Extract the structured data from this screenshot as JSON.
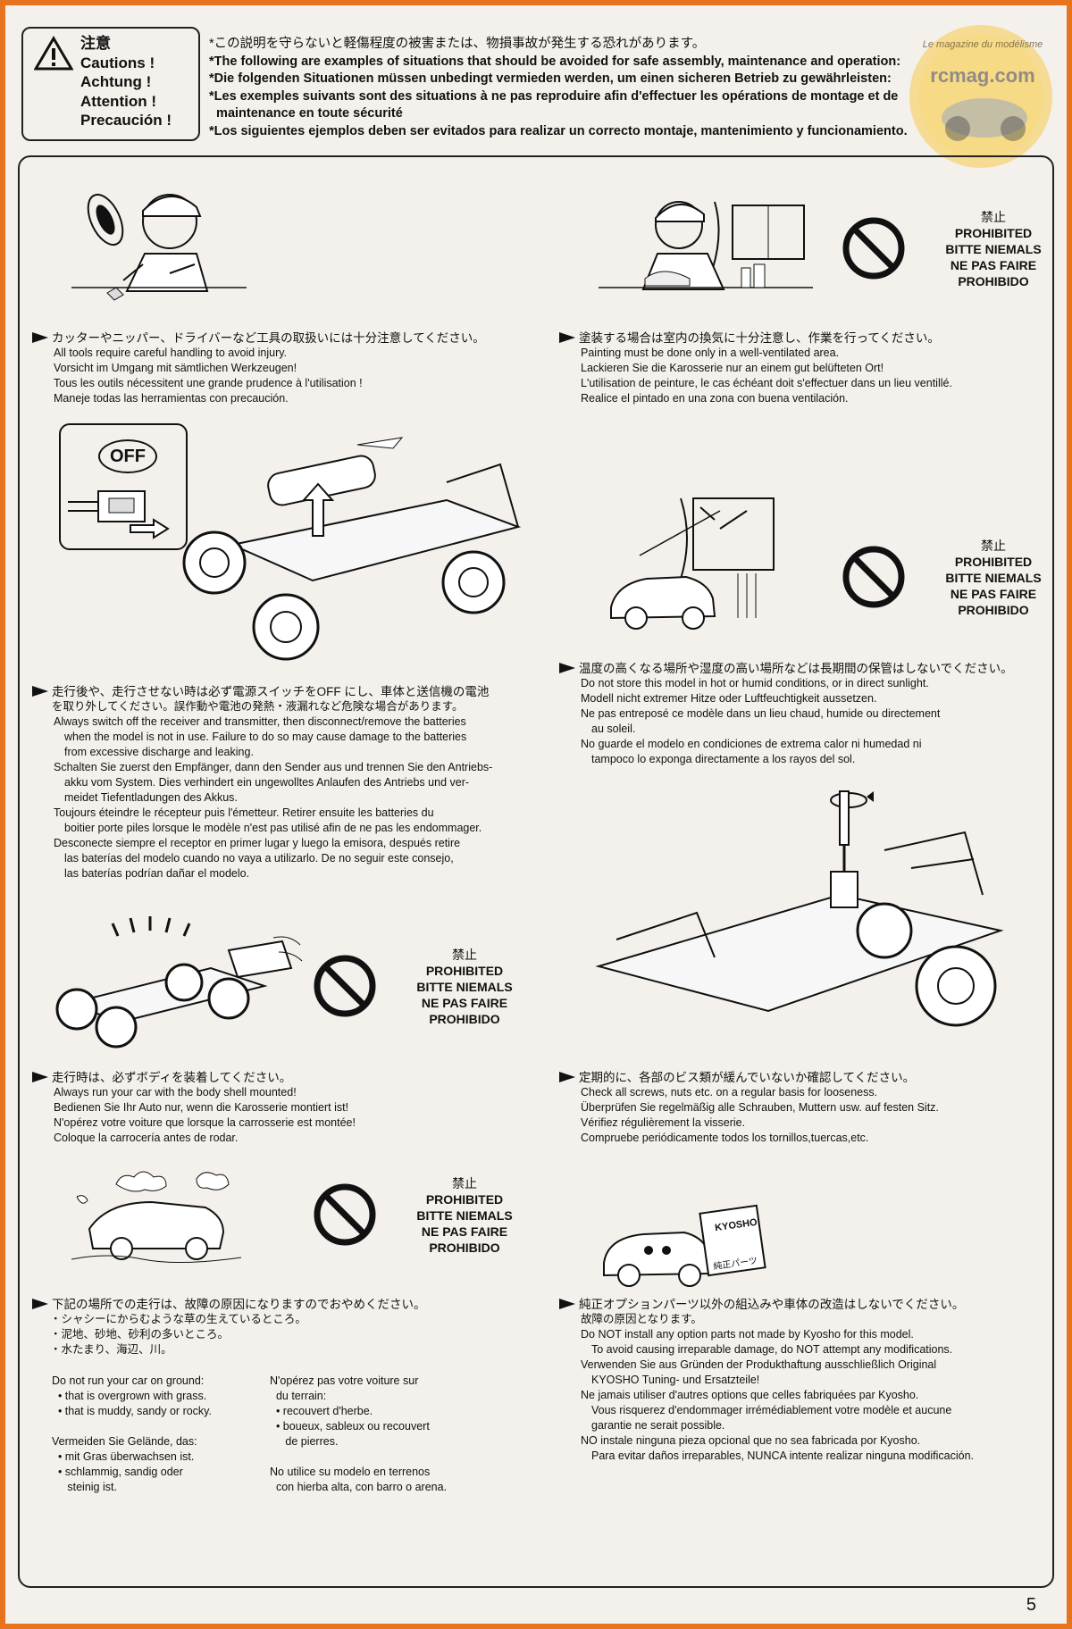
{
  "cautions": {
    "jp": "注意",
    "en": "Cautions !",
    "de": "Achtung !",
    "fr": "Attention !",
    "es": "Precaución !"
  },
  "header_lines": [
    "*この説明を守らないと軽傷程度の被害または、物損事故が発生する恐れがあります。",
    "*The following are examples of situations that should be avoided for safe assembly, maintenance and operation:",
    "*Die folgenden Situationen müssen unbedingt vermieden werden, um einen sicheren Betrieb zu gewährleisten:",
    "*Les exemples suivants sont des situations à ne pas reproduire afin d'effectuer les opérations de montage et de",
    "  maintenance en toute sécurité",
    "*Los siguientes ejemplos deben ser evitados para realizar un correcto montaje, mantenimiento y funcionamiento."
  ],
  "logo": {
    "top_text": "Le magazine du modélisme",
    "main_text": "rcmag.com"
  },
  "prohibited": {
    "jp": "禁止",
    "en": "PROHIBITED",
    "de": "BITTE NIEMALS",
    "fr": "NE PAS FAIRE",
    "es": "PROHIBIDO"
  },
  "off_label": "OFF",
  "tools": {
    "head": "カッターやニッパー、ドライバーなど工具の取扱いには十分注意してください。",
    "lines": [
      "All tools require careful handling to avoid injury.",
      "Vorsicht im Umgang mit sämtlichen Werkzeugen!",
      "Tous les outils nécessitent une grande prudence à l'utilisation !",
      "Maneje todas las herramientas con precaución."
    ]
  },
  "paint": {
    "head": "塗装する場合は室内の換気に十分注意し、作業を行ってください。",
    "lines": [
      "Painting must be done only in a well-ventilated area.",
      "Lackieren Sie die Karosserie nur an einem gut belüfteten Ort!",
      "L'utilisation de peinture, le cas échéant doit s'effectuer dans un lieu ventillé.",
      "Realice el pintado en una zona con buena ventilación."
    ]
  },
  "switch_off": {
    "head": "走行後や、走行させない時は必ず電源スイッチをOFF にし、車体と送信機の電池",
    "head2": "を取り外してください。誤作動や電池の発熱・液漏れなど危険な場合があります。",
    "lines": [
      "Always switch off the receiver and transmitter, then disconnect/remove the batteries",
      " when the model is not in use.  Failure to do so may cause damage to the batteries",
      " from excessive discharge and leaking.",
      "Schalten Sie zuerst den Empfänger, dann den Sender aus und trennen Sie den Antriebs-",
      " akku vom System.  Dies verhindert ein ungewolltes Anlaufen des Antriebs und ver-",
      " meidet Tiefentladungen des Akkus.",
      "Toujours éteindre le récepteur puis l'émetteur.  Retirer ensuite les batteries du",
      " boitier porte piles lorsque le modèle n'est pas utilisé afin de ne pas les endommager.",
      "Desconecte siempre el receptor en primer lugar y luego la emisora, después retire",
      " las baterías del modelo cuando no vaya a utilizarlo. De no seguir este consejo,",
      " las baterías podrían dañar el modelo."
    ]
  },
  "storage": {
    "head": "温度の高くなる場所や湿度の高い場所などは長期間の保管はしないでください。",
    "lines": [
      "Do not store this model in hot or humid conditions, or in direct sunlight.",
      "Modell nicht extremer Hitze oder Luftfeuchtigkeit aussetzen.",
      "Ne pas entreposé ce modèle dans un lieu chaud, humide  ou directement",
      " au soleil.",
      "No guarde el modelo en condiciones de extrema calor ni humedad ni",
      " tampoco lo exponga directamente a los rayos del sol."
    ]
  },
  "body_shell": {
    "head": "走行時は、必ずボディを装着してください。",
    "lines": [
      "Always run your car with the body shell mounted!",
      "Bedienen Sie Ihr Auto nur, wenn die Karosserie montiert ist!",
      "N'opérez votre voiture que lorsque la carrosserie est montée!",
      "Coloque la carrocería antes de rodar."
    ]
  },
  "screws": {
    "head": "定期的に、各部のビス類が緩んでいないか確認してください。",
    "lines": [
      "Check all screws, nuts etc. on a regular basis for looseness.",
      "Überprüfen Sie regelmäßig alle Schrauben, Muttern usw. auf festen Sitz.",
      "Vérifiez régulièrement la visserie.",
      "Compruebe periódicamente todos los tornillos,tuercas,etc."
    ]
  },
  "ground": {
    "head": "下記の場所での走行は、故障の原因になりますのでおやめください。",
    "jp_items": [
      "・シャシーにからむような草の生えているところ。",
      "・泥地、砂地、砂利の多いところ。",
      "・水たまり、海辺、川。"
    ],
    "col1": [
      "Do not run your car on ground:",
      "  • that is overgrown with grass.",
      "  • that is muddy, sandy or rocky.",
      "",
      "Vermeiden Sie Gelände, das:",
      "  • mit Gras überwachsen ist.",
      "  • schlammig, sandig oder",
      "     steinig ist."
    ],
    "col2": [
      "N'opérez pas votre voiture sur",
      "  du terrain:",
      "  • recouvert d'herbe.",
      "  • boueux, sableux ou recouvert",
      "     de pierres.",
      "",
      "No utilice su modelo en terrenos",
      "  con hierba alta, con barro o arena."
    ]
  },
  "options": {
    "head": "純正オプションパーツ以外の組込みや車体の改造はしないでください。",
    "head2": "故障の原因となります。",
    "box_brand": "KYOSHO",
    "box_label": "純正パーツ",
    "lines": [
      "Do NOT install any option parts not made by Kyosho for this model.",
      " To avoid causing irreparable damage, do NOT attempt any modifications.",
      "Verwenden Sie aus Gründen der Produkthaftung ausschließlich Original",
      " KYOSHO Tuning- und Ersatzteile!",
      "Ne jamais utiliser d'autres options que celles fabriquées par Kyosho.",
      " Vous risquerez d'endommager irrémédiablement votre modèle et aucune",
      " garantie ne serait possible.",
      "NO instale ninguna pieza opcional que no sea fabricada por Kyosho.",
      " Para evitar daños irreparables, NUNCA intente realizar ninguna modificación."
    ]
  },
  "page_number": "5"
}
